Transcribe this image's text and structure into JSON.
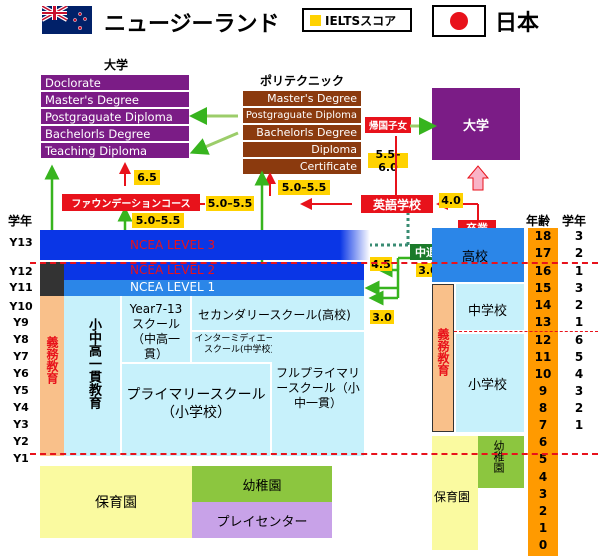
{
  "header": {
    "nz_title": "ニュージーランド",
    "legend_label": "IELTSスコア",
    "jp_title": "日本"
  },
  "nz_university": {
    "title": "大学",
    "items": [
      "Doclorate",
      "Master's Degree",
      "Postgraguate Diploma",
      "Bachelorls Degree",
      "Teaching Diploma"
    ]
  },
  "polytechnic": {
    "title": "ポリテクニック",
    "items": [
      "Master's Degree",
      "Postgraguate Diploma",
      "Bachelorls Degree",
      "Diploma",
      "Certificate"
    ]
  },
  "scores": {
    "s65": "6.5",
    "foundation_score": "5.0–5.5",
    "foundation_score2": "5.0–5.5",
    "poly_score": "5.0–5.5",
    "returnee_score": "5.5–6.0",
    "eng_score": "4.0",
    "s45": "4.5",
    "s30a": "3.0",
    "s30b": "3.0"
  },
  "labels": {
    "foundation": "ファウンデーションコース",
    "returnee": "帰国子女",
    "english_school": "英語学校",
    "graduation": "卒業",
    "dropout": "中退",
    "ncea3": "NCEA LEVEL 3",
    "ncea2": "NCEA LEVEL 2",
    "ncea1": "NCEA LEVEL 1",
    "compulsory_nz": "義務教育",
    "compulsory_jp": "義務教育",
    "nz_primary_secondary": "小中高一貫教育",
    "year713": "Year7-13スクール（中高一貫）",
    "secondary": "セカンダリースクール(高校)",
    "intermediate": "インターミディエートスクール(中学校)",
    "primary": "プライマリースクール（小学校）",
    "full_primary": "フルプライマリースクール（小中一貫）",
    "nursery_nz": "保育園",
    "kindergarten_nz": "幼稚園",
    "playcenter": "プレイセンター",
    "jp_university": "大学",
    "jp_highschool": "高校",
    "jp_middle": "中学校",
    "jp_elementary": "小学校",
    "jp_kindergarten": "幼稚園",
    "jp_nursery": "保育園",
    "school_year_nz": "学年",
    "age_label": "年齢",
    "school_year_jp": "学年"
  },
  "nz_years": [
    "Y13",
    "Y12",
    "Y11",
    "Y10",
    "Y9",
    "Y8",
    "Y7",
    "Y6",
    "Y5",
    "Y4",
    "Y3",
    "Y2",
    "Y1"
  ],
  "ages": [
    "18",
    "17",
    "16",
    "15",
    "14",
    "13",
    "12",
    "11",
    "10",
    "9",
    "8",
    "7",
    "6",
    "5",
    "4",
    "3",
    "2",
    "1",
    "0"
  ],
  "jp_grades": [
    "3",
    "2",
    "1",
    "3",
    "2",
    "1",
    "6",
    "5",
    "4",
    "3",
    "2",
    "1"
  ],
  "colors": {
    "purple": "#7b1c86",
    "brown": "#8b3a0e",
    "red": "#e8121b",
    "yellow": "#ffd200",
    "blue": "#0a36e6",
    "green": "#37b41e",
    "lightblue": "#c7f1fb",
    "orange": "#ff9a00",
    "peach": "#f9c08a"
  }
}
